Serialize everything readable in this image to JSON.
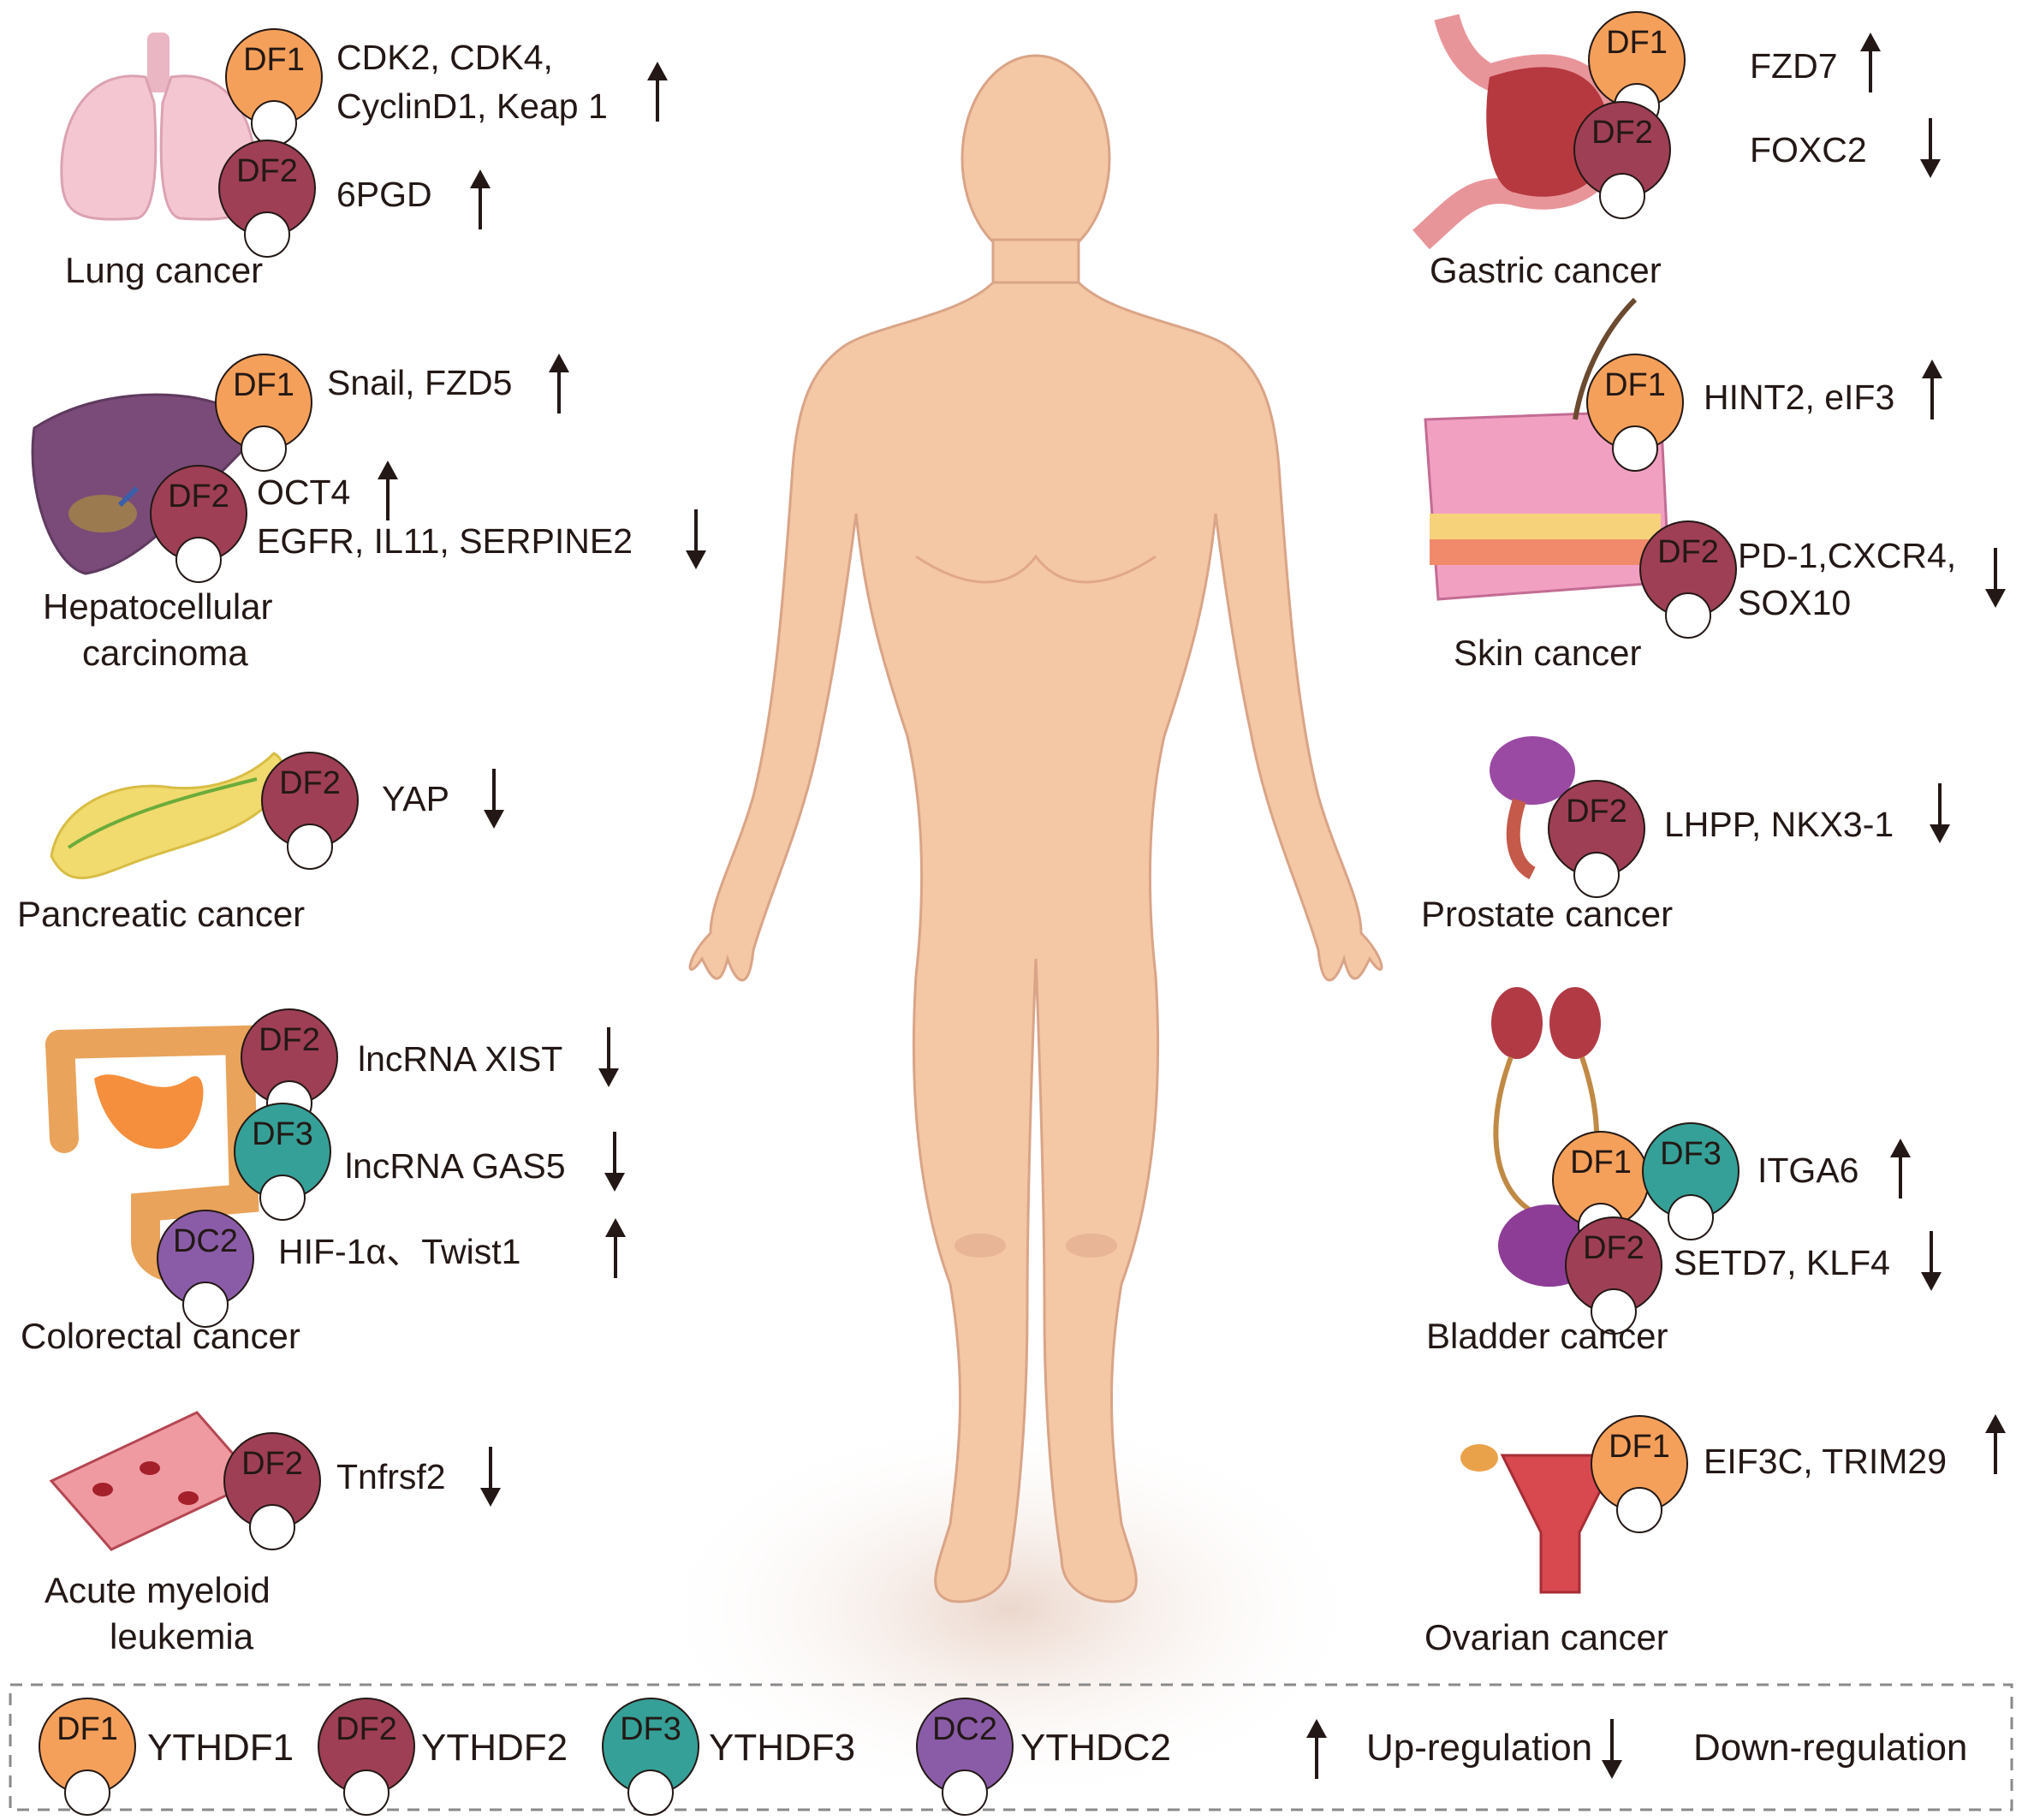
{
  "colors": {
    "DF1": "#f5a05a",
    "DF2": "#9e3f55",
    "DF3": "#35a097",
    "DC2": "#8a5ca8",
    "skin": "#f4c7a5",
    "text": "#231815"
  },
  "badge_text": {
    "DF1": "DF1",
    "DF2": "DF2",
    "DF3": "DF3",
    "DC2": "DC2"
  },
  "cancers": {
    "lung": {
      "label": "Lung cancer",
      "genes_df1_l1": "CDK2, CDK4,",
      "genes_df1_l2": "CyclinD1, Keap 1",
      "dir_df1": "up",
      "genes_df2": "6PGD",
      "dir_df2": "up"
    },
    "liver": {
      "label_l1": "Hepatocellular",
      "label_l2": "carcinoma",
      "genes_df1": "Snail, FZD5",
      "dir_df1": "up",
      "genes_df2_a": "OCT4",
      "dir_df2_a": "up",
      "genes_df2_b": "EGFR, IL11, SERPINE2",
      "dir_df2_b": "down"
    },
    "pancreas": {
      "label": "Pancreatic cancer",
      "genes_df2": "YAP",
      "dir_df2": "down"
    },
    "colon": {
      "label": "Colorectal cancer",
      "genes_df2": "lncRNA XIST",
      "dir_df2": "down",
      "genes_df3": "lncRNA GAS5",
      "dir_df3": "down",
      "genes_dc2": "HIF-1α、Twist1",
      "dir_dc2": "up"
    },
    "aml": {
      "label_l1": "Acute myeloid",
      "label_l2": "leukemia",
      "genes_df2": "Tnfrsf2",
      "dir_df2": "down"
    },
    "gastric": {
      "label": "Gastric cancer",
      "genes_df1": "FZD7",
      "dir_df1": "up",
      "genes_df2": "FOXC2",
      "dir_df2": "down"
    },
    "skin": {
      "label": "Skin cancer",
      "genes_df1": "HINT2, eIF3",
      "dir_df1": "up",
      "genes_df2_l1": "PD-1,CXCR4,",
      "genes_df2_l2": "SOX10",
      "dir_df2": "down"
    },
    "prostate": {
      "label": "Prostate cancer",
      "genes_df2": "LHPP, NKX3-1",
      "dir_df2": "down"
    },
    "bladder": {
      "label": "Bladder cancer",
      "genes_df1_df3": "ITGA6",
      "dir_df1_df3": "up",
      "genes_df2": "SETD7, KLF4",
      "dir_df2": "down"
    },
    "ovary": {
      "label": "Ovarian cancer",
      "genes_df1": "EIF3C, TRIM29",
      "dir_df1": "up"
    }
  },
  "legend": {
    "df1": "YTHDF1",
    "df2": "YTHDF2",
    "df3": "YTHDF3",
    "dc2": "YTHDC2",
    "up": "Up-regulation",
    "down": "Down-regulation"
  }
}
